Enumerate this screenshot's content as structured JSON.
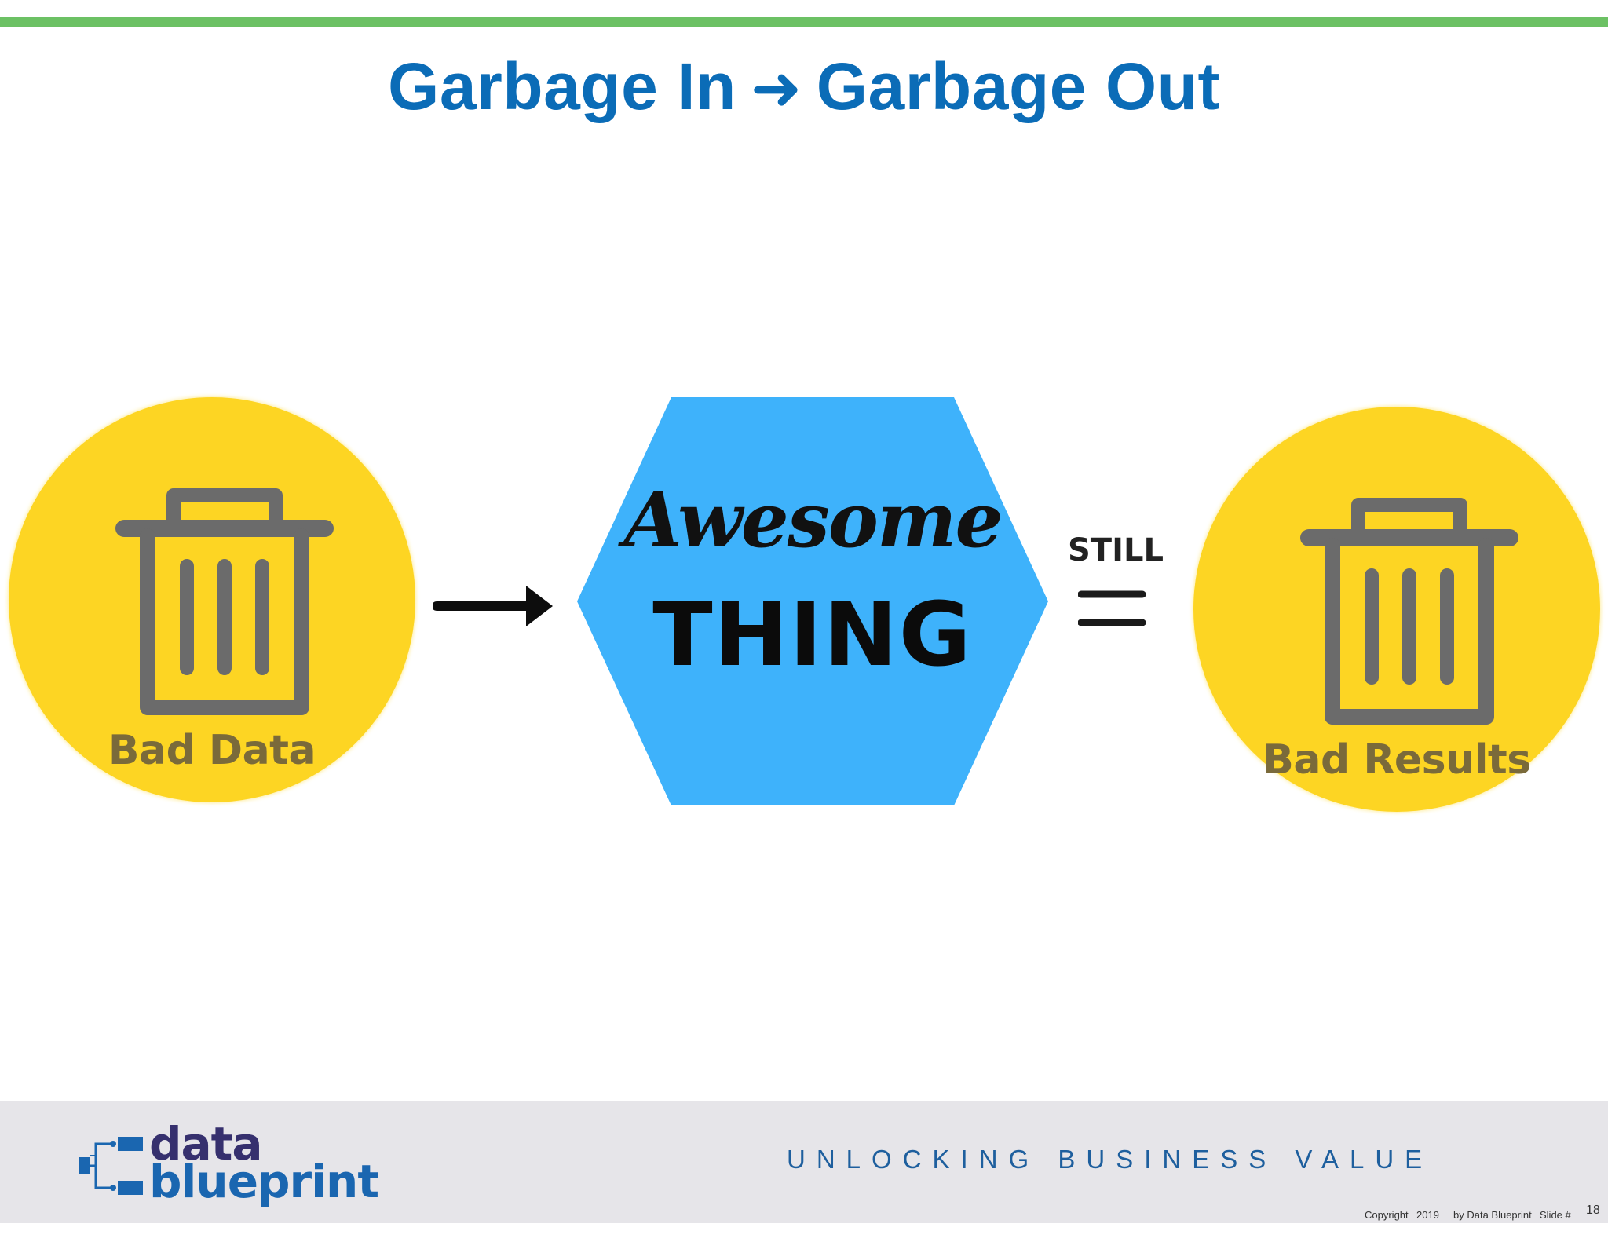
{
  "slide": {
    "title_left": "Garbage In",
    "title_arrow": "➜",
    "title_right": "Garbage Out"
  },
  "diagram": {
    "input_label": "Bad Data",
    "process_script": "Awesome",
    "process_label": "THING",
    "connector_label": "STILL",
    "output_label": "Bad Results"
  },
  "footer": {
    "logo_line1": "data",
    "logo_line2": "blueprint",
    "tagline": "UNLOCKING BUSINESS VALUE",
    "copyright": "Copyright",
    "year": "2019",
    "owner": "by Data Blueprint",
    "slide_label": "Slide #",
    "slide_number": "18"
  },
  "colors": {
    "accent_green": "#6cc164",
    "title_blue": "#0b6cb7",
    "circle_yellow": "#fdd523",
    "hexagon_blue": "#3eb2fb",
    "trash_gray": "#6b6b6b"
  }
}
